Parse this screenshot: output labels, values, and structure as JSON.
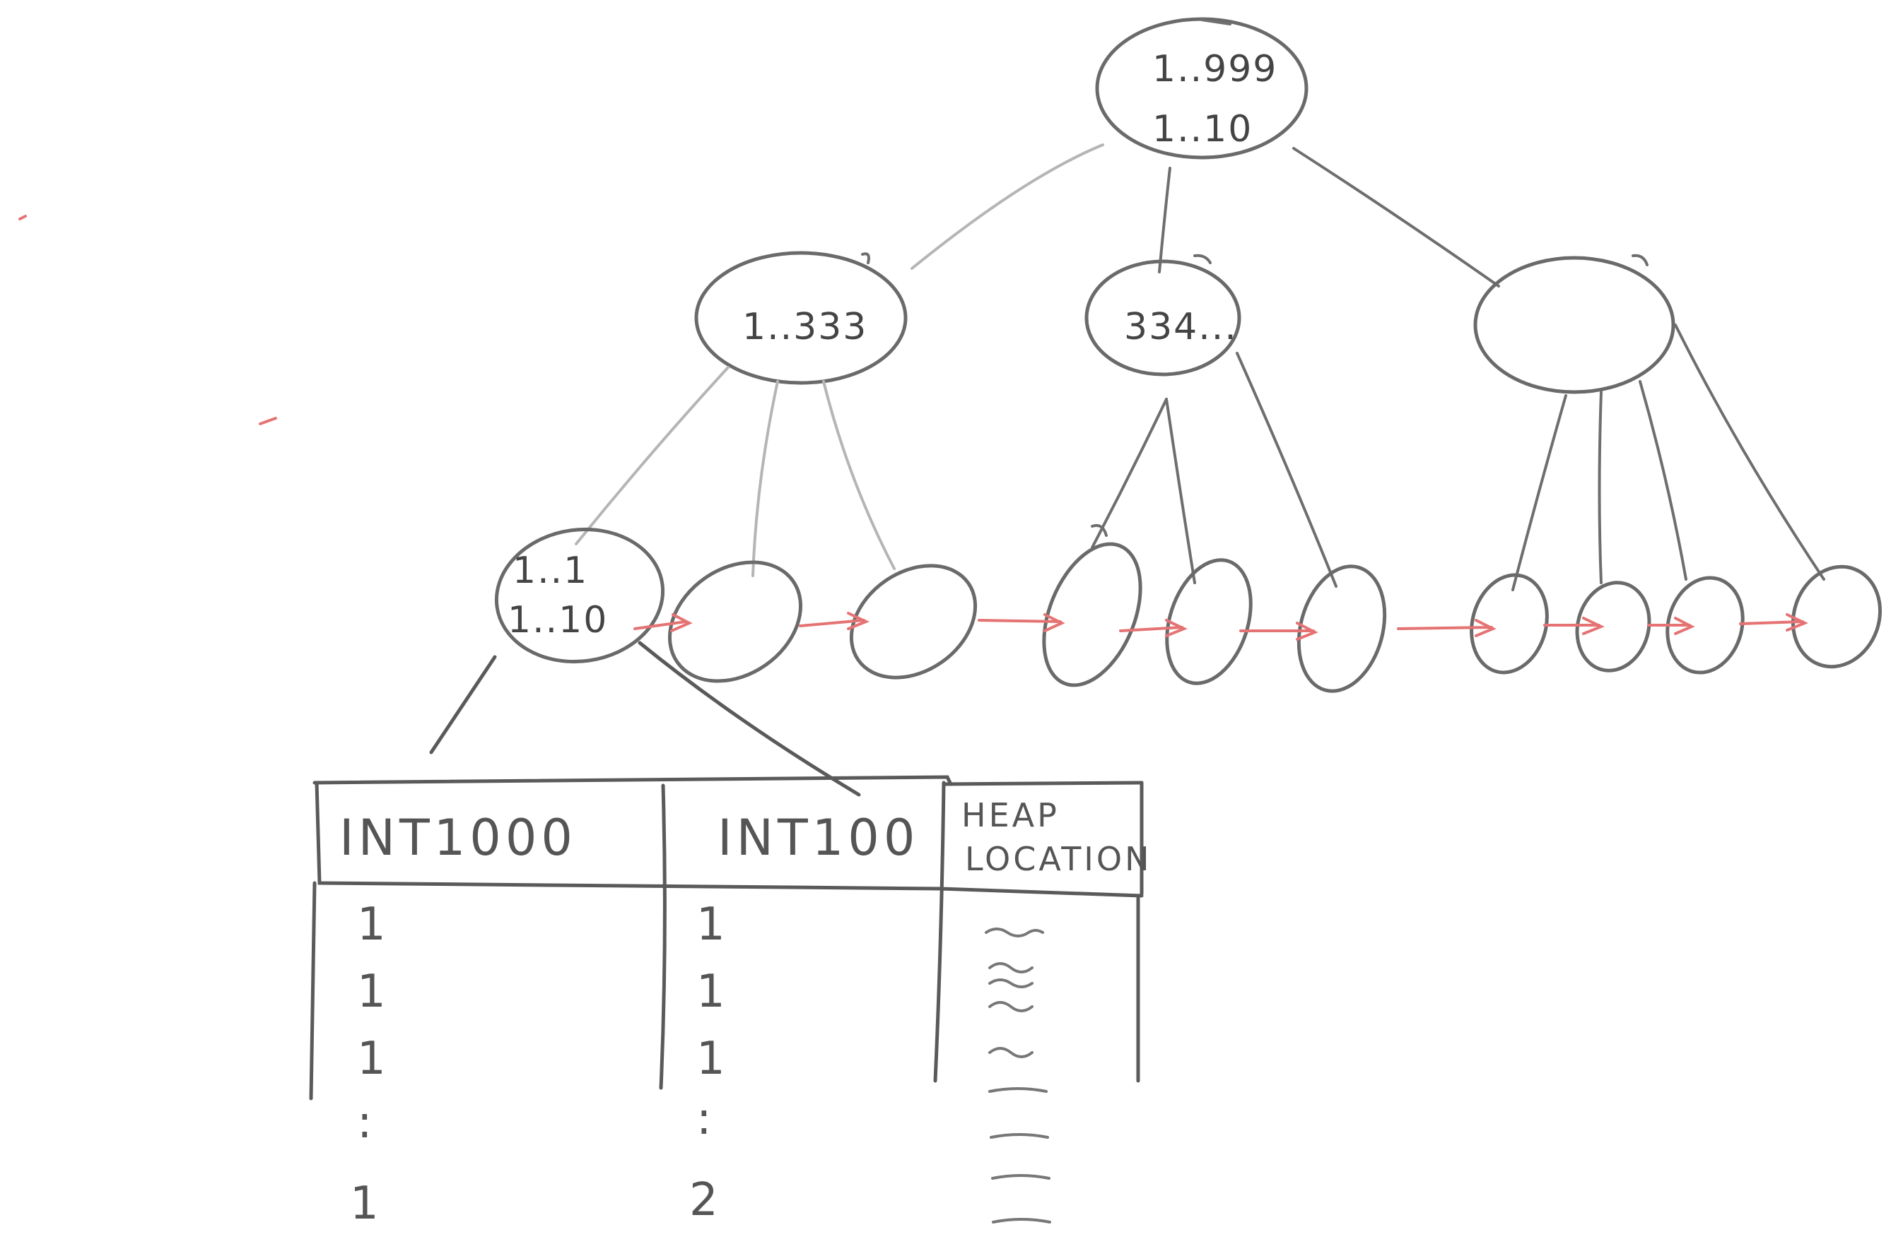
{
  "tree": {
    "root": {
      "line1": "1..999",
      "line2": "1..10"
    },
    "level1": [
      {
        "label": "1..333"
      },
      {
        "label": "334..."
      },
      {
        "label": ""
      }
    ],
    "leaf_first": {
      "line1": "1..1",
      "line2": "1..10"
    }
  },
  "table": {
    "headers": [
      "INT1000",
      "INT100",
      "HEAP",
      "LOCATION"
    ],
    "col1": [
      "1",
      "1",
      "1",
      ":",
      "1"
    ],
    "col2": [
      "1",
      "1",
      "1",
      ":",
      "2"
    ]
  },
  "colors": {
    "pencil": "#6a6a6a",
    "leaf_links": "#e57373"
  }
}
